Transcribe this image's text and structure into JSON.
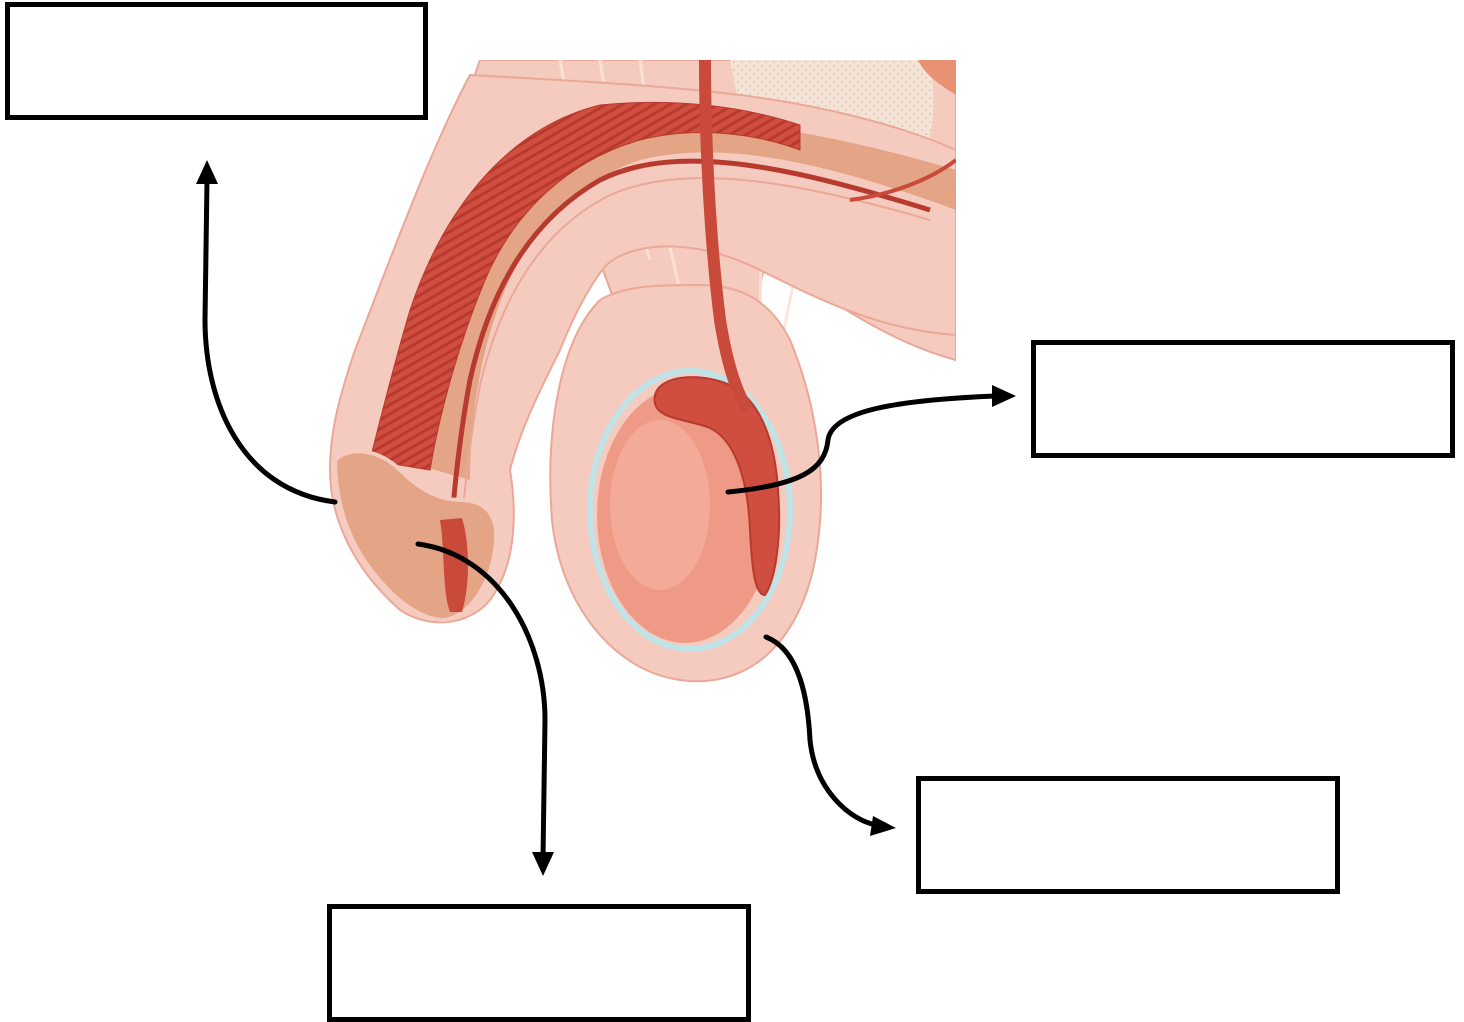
{
  "diagram": {
    "colors": {
      "skin": "#f6cbbf",
      "skin_outline": "#e9a898",
      "tissue_light": "#f2b9a7",
      "spongy": "#e4a486",
      "muscle": "#cf4e3f",
      "muscle_dark": "#b83a2e",
      "testis": "#ef9a86",
      "tunica": "#bfe3e6",
      "vessel": "#c9493a",
      "arrow": "#000000",
      "box_border": "#000000"
    },
    "label_boxes": [
      {
        "id": "box-top-left",
        "text": ""
      },
      {
        "id": "box-right",
        "text": ""
      },
      {
        "id": "box-bottom-right",
        "text": ""
      },
      {
        "id": "box-bottom",
        "text": ""
      }
    ]
  }
}
